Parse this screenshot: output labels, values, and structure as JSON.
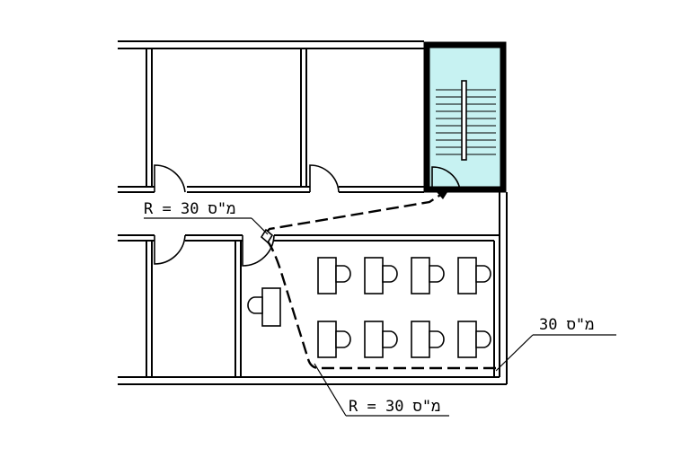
{
  "labels": {
    "radius_upper": "R = מ\"ס 30",
    "radius_lower": "R = מ\"ס 30",
    "offset_right": "מ\"ס 30"
  },
  "colors": {
    "stair_fill": "#c7f2f2",
    "lines": "#000000"
  }
}
